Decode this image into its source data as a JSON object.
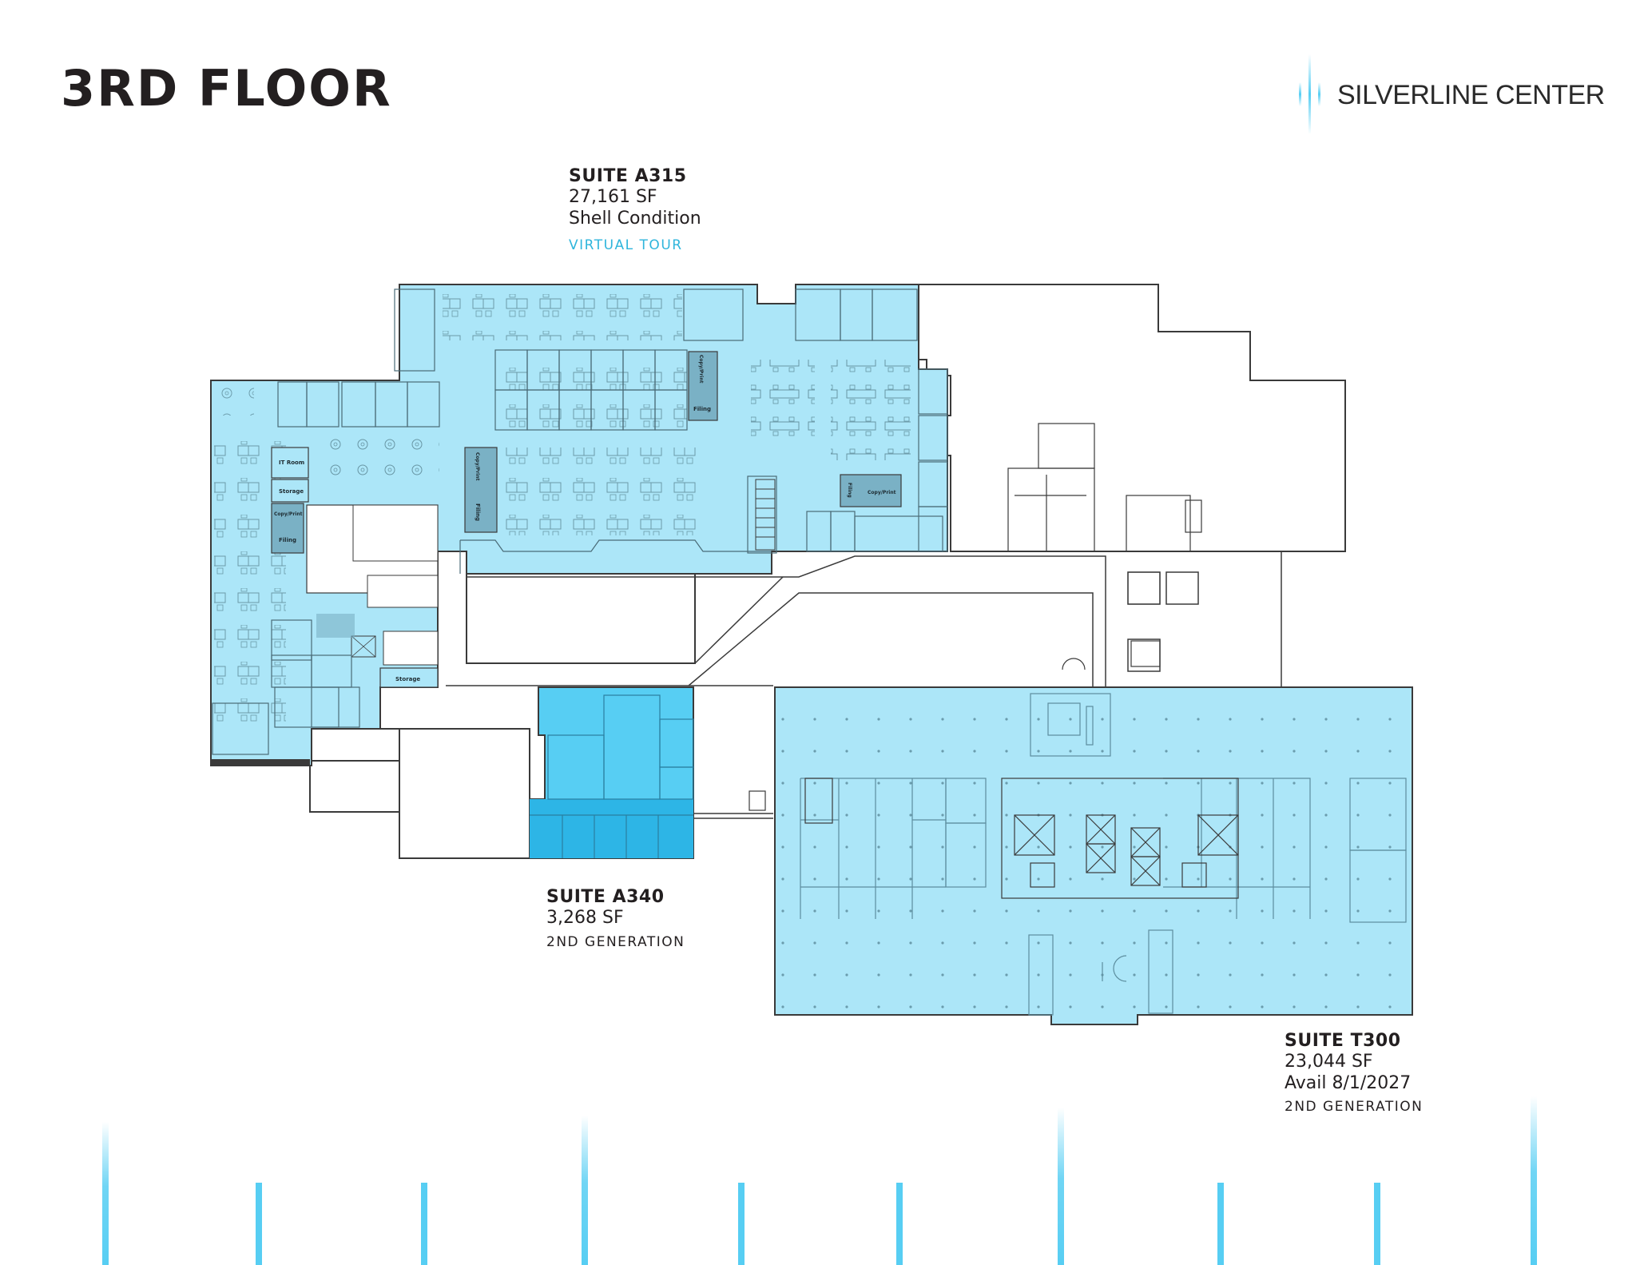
{
  "header": {
    "title": "3RD FLOOR",
    "brand_name": "SILVERLINE CENTER",
    "brand_icon": "light-beam-logo"
  },
  "colors": {
    "suite_fill": "#ace6f8",
    "suite_highlight": "#57cef3",
    "suite_highlight_dark": "#2db5e6",
    "room_dark": "#7ab1c5",
    "wall": "#3a3a3a",
    "accent": "#2fb5dc",
    "text": "#231f20"
  },
  "suites": [
    {
      "id": "a315",
      "name": "SUITE A315",
      "area": "27,161 SF",
      "status": "Shell Condition",
      "link": "VIRTUAL TOUR"
    },
    {
      "id": "a340",
      "name": "SUITE A340",
      "area": "3,268 SF",
      "note": "2ND GENERATION"
    },
    {
      "id": "t300",
      "name": "SUITE T300",
      "area": "23,044 SF",
      "status": "Avail 8/1/2027",
      "note": "2ND GENERATION"
    }
  ],
  "room_labels": {
    "it_room": "IT Room",
    "storage_1": "Storage",
    "copy_print_1": "Copy/Print",
    "filing_1": "Filing",
    "storage_2": "Storage",
    "copy_print_2": "Copy/Print",
    "filing_2": "Filing",
    "copy_print_3": "Copy/Print",
    "filing_3": "Filing",
    "filing_4": "Filing",
    "copy_print_4": "Copy/Print"
  }
}
